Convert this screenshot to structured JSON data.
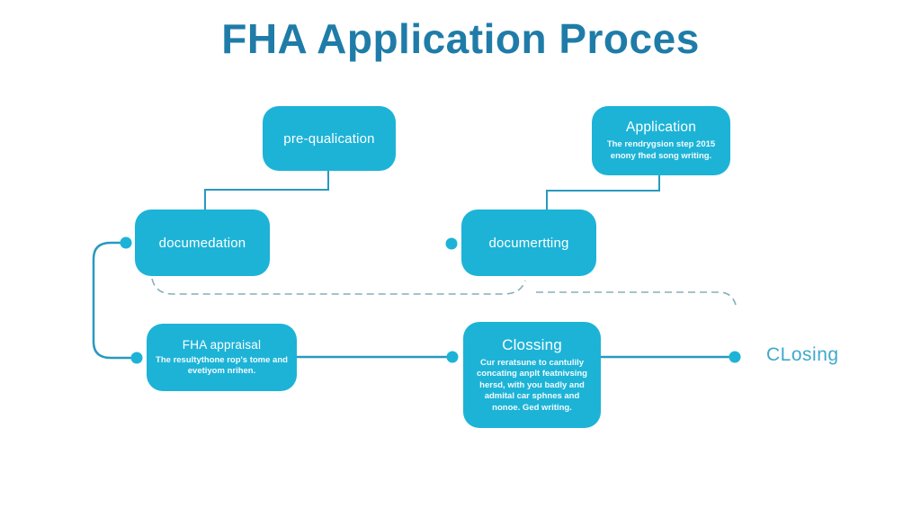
{
  "title": "FHA Application Proces",
  "colors": {
    "box_fill": "#1DB3D7",
    "box_text": "#FFFFFF",
    "title": "#1F7CA8",
    "connector": "#2899BE",
    "dashed": "#85AFBC",
    "closing_label": "#3FA9CC"
  },
  "boxes": {
    "pre_qualification": {
      "label": "pre-qualication"
    },
    "application": {
      "label": "Application",
      "description": "The rendrygsion step 2015 enony fhed song writing."
    },
    "documentation_left": {
      "label": "documedation"
    },
    "documentation_right": {
      "label": "documertting"
    },
    "fha_appraisal": {
      "label": "FHA appraisal",
      "description": "The resultythone rop's tome and evetiyom nrihen."
    },
    "closing": {
      "label": "Clossing",
      "description": "Cur reratsune to cantulily concating anplt featnivsing hersd, with you badly and admital car sphnes and nonoe. Ged writing."
    }
  },
  "labels": {
    "closing_end": "CLosing"
  }
}
